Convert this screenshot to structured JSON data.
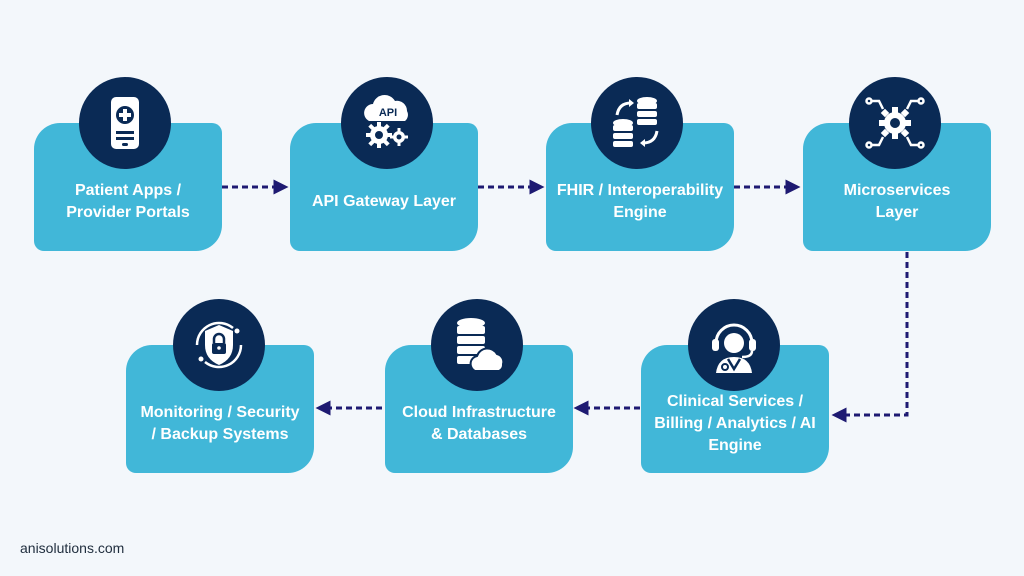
{
  "nodes": [
    {
      "id": "patient-apps",
      "label": "Patient Apps /\nProvider Portals",
      "icon": "mobile-medical-app-icon"
    },
    {
      "id": "api-gateway",
      "label": "API Gateway Layer",
      "icon": "api-cloud-gears-icon",
      "icon_text": "API"
    },
    {
      "id": "fhir-engine",
      "label": "FHIR / Interoperability\nEngine",
      "icon": "database-sync-icon"
    },
    {
      "id": "microservices",
      "label": "Microservices\nLayer",
      "icon": "gear-network-icon"
    },
    {
      "id": "clinical-services",
      "label": "Clinical Services /\nBilling / Analytics / AI\nEngine",
      "icon": "doctor-headset-icon"
    },
    {
      "id": "cloud-infra",
      "label": "Cloud Infrastructure\n& Databases",
      "icon": "cloud-database-icon"
    },
    {
      "id": "monitoring",
      "label": "Monitoring / Security\n/ Backup Systems",
      "icon": "shield-lock-icon"
    }
  ],
  "flow": [
    "patient-apps",
    "api-gateway",
    "fhir-engine",
    "microservices",
    "clinical-services",
    "cloud-infra",
    "monitoring"
  ],
  "colors": {
    "background": "#f3f7fb",
    "node_fill": "#41b7d8",
    "icon_circle": "#0a2a55",
    "connector": "#1e1a72",
    "node_text": "#ffffff"
  },
  "footer": {
    "brand": "anisolutions.com"
  }
}
